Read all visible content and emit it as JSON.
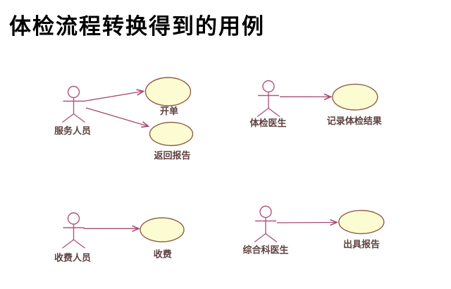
{
  "title": "体检流程转换得到的用例",
  "diagram": {
    "type": "uml-use-case-diagram",
    "groups": [
      {
        "actor": "服务人员",
        "use_cases": [
          "开单",
          "返回报告"
        ]
      },
      {
        "actor": "体检医生",
        "use_cases": [
          "记录体检结果"
        ]
      },
      {
        "actor": "收费人员",
        "use_cases": [
          "收费"
        ]
      },
      {
        "actor": "综合科医生",
        "use_cases": [
          "出具报告"
        ]
      }
    ],
    "relations": [
      {
        "from": "服务人员",
        "to": "开单"
      },
      {
        "from": "服务人员",
        "to": "返回报告"
      },
      {
        "from": "体检医生",
        "to": "记录体检结果"
      },
      {
        "from": "收费人员",
        "to": "收费"
      },
      {
        "from": "综合科医生",
        "to": "出具报告"
      }
    ]
  },
  "colors": {
    "background": "#ffffff",
    "title_text": "#000000",
    "actor_stroke": "#b0557f",
    "connector_stroke": "#a34a72",
    "usecase_fill": "#fcfcd2",
    "usecase_border": "#946049",
    "label_text": "#5e4141"
  }
}
